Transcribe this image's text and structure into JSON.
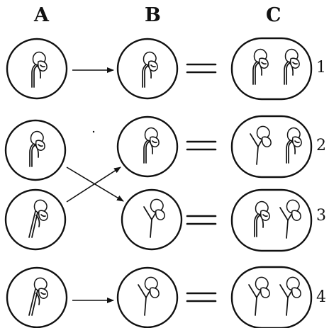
{
  "columns": {
    "a": "A",
    "b": "B",
    "c": "C"
  },
  "row_labels": [
    "1",
    "2",
    "3",
    "4"
  ],
  "colors": {
    "ink": "#111111",
    "paper": "#ffffff"
  }
}
